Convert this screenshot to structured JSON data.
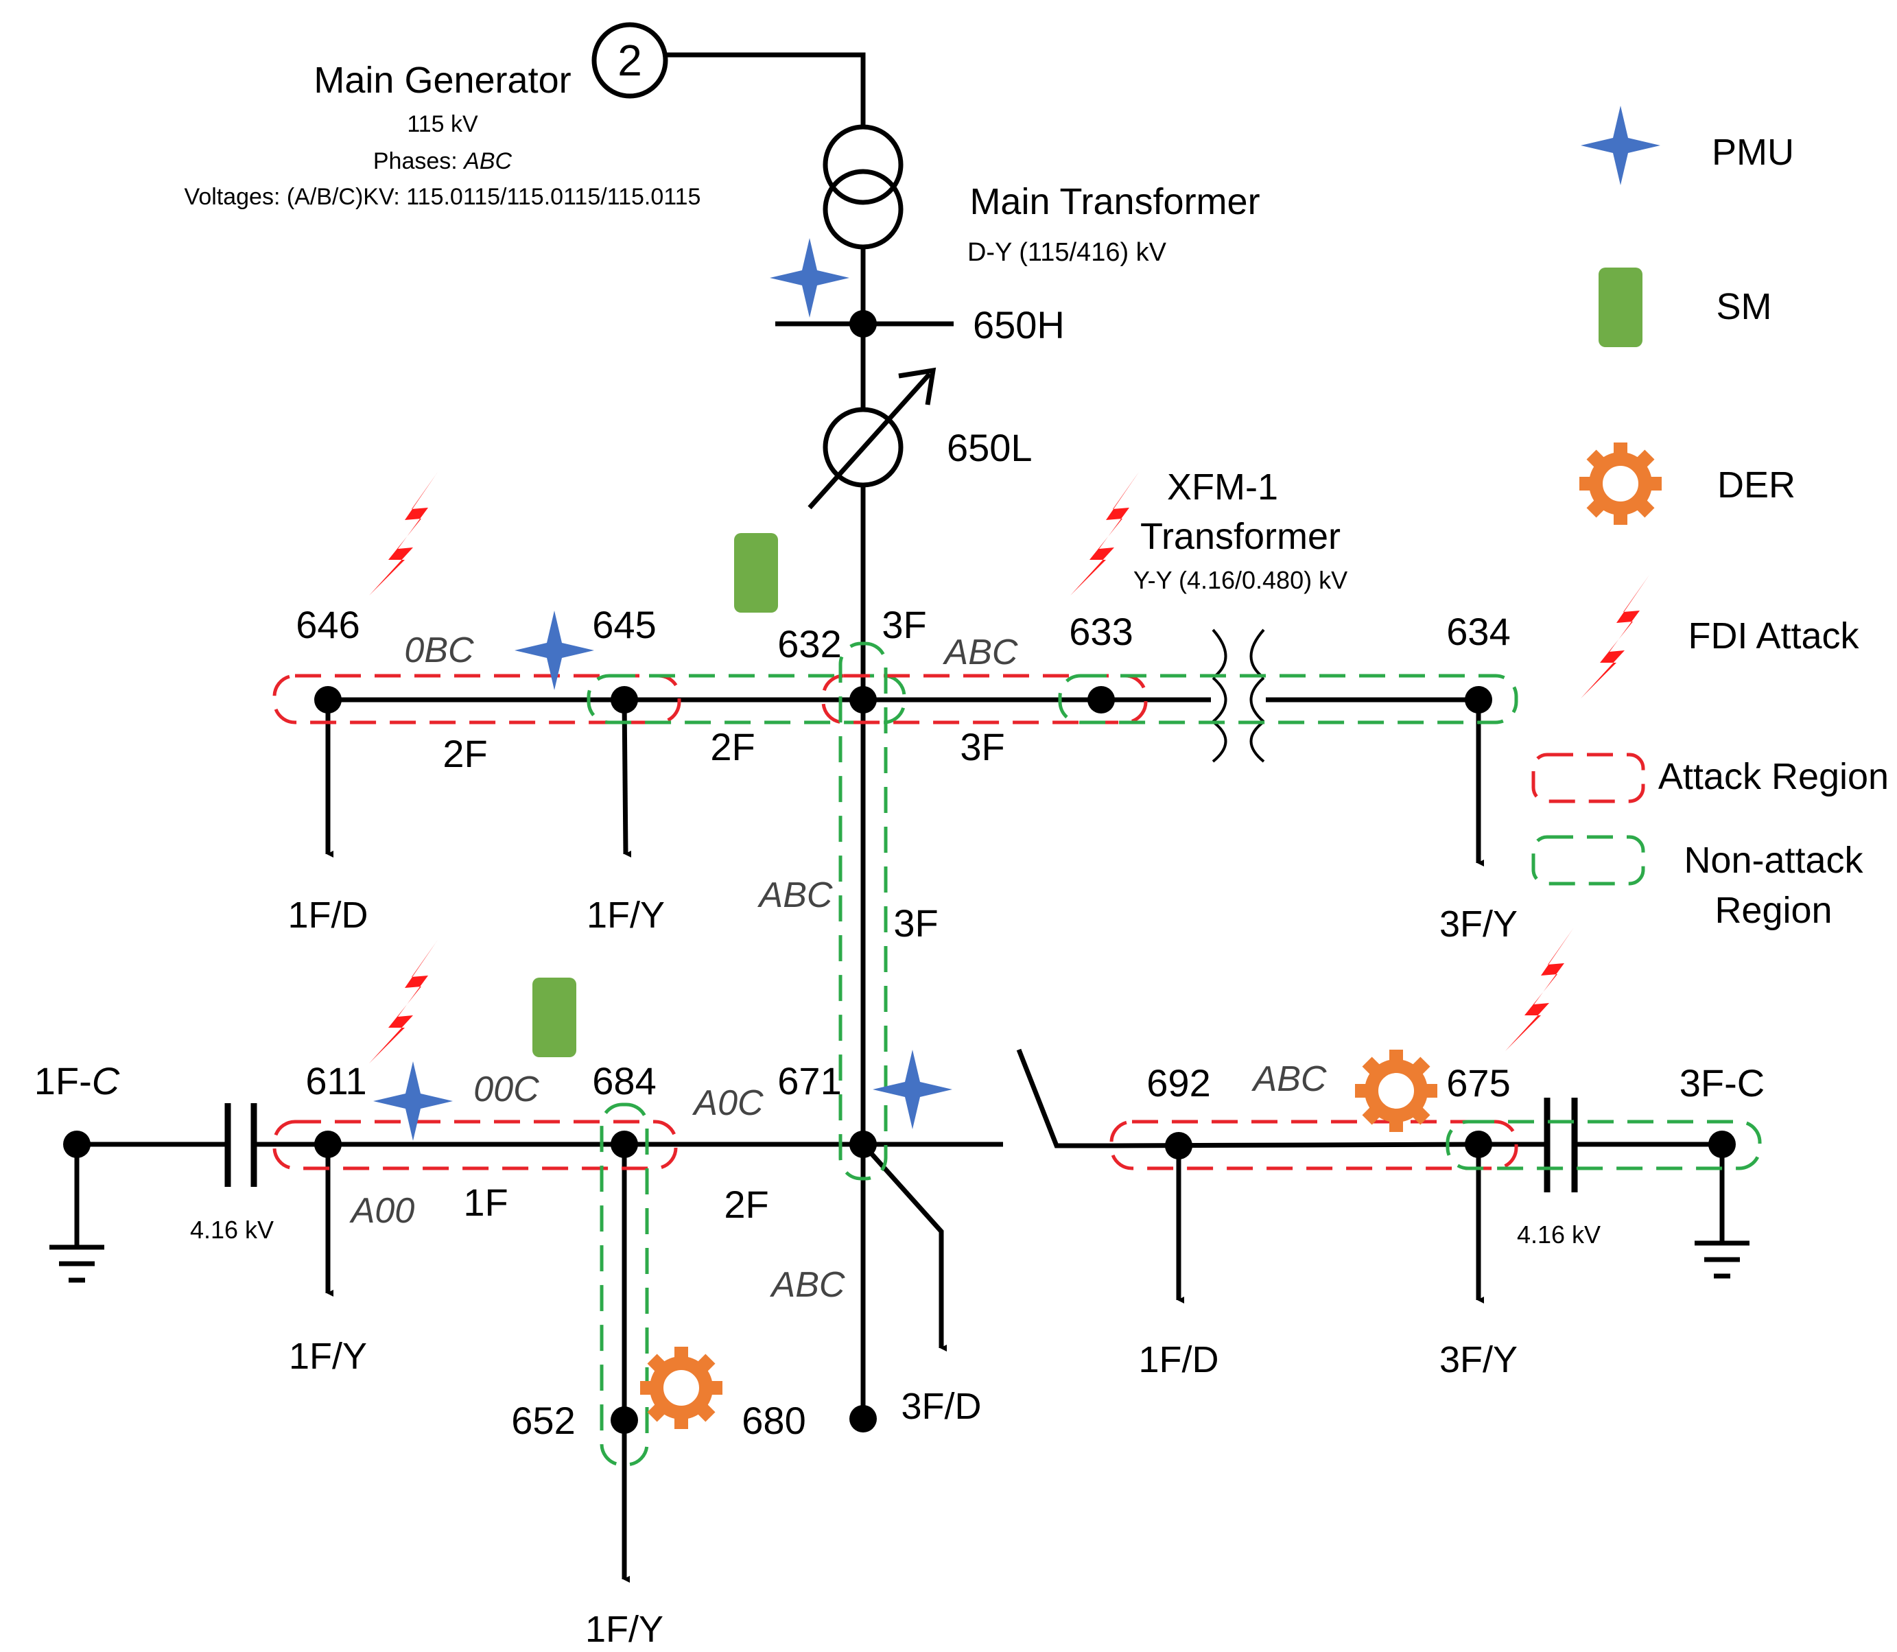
{
  "generator": {
    "title": "Main Generator",
    "voltage": "115 kV",
    "phases_prefix": "Phases: ",
    "phases_value": "ABC",
    "voltages": "Voltages: (A/B/C)KV: 115.0115/115.0115/115.0115",
    "symbol": "2"
  },
  "main_transformer": {
    "title": "Main Transformer",
    "rating": "D-Y (115/416) kV"
  },
  "xfm": {
    "title_line1": "XFM-1",
    "title_line2": "Transformer",
    "rating": "Y-Y (4.16/0.480) kV"
  },
  "buses": {
    "b650h": "650H",
    "b650l": "650L",
    "b646": "646",
    "b645": "645",
    "b632": "632",
    "b633": "633",
    "b634": "634",
    "b611": "611",
    "b684": "684",
    "b671": "671",
    "b692": "692",
    "b675": "675",
    "b652": "652",
    "b680": "680"
  },
  "phase_labels": {
    "p0bc": "0BC",
    "pabc_top": "ABC",
    "pabc_vert": "ABC",
    "p00c": "00C",
    "pa0c": "A0C",
    "pa00": "A00",
    "pabc_lower": "ABC",
    "pabc_right": "ABC"
  },
  "line_labels": {
    "l3f_top": "3F",
    "l2f_a": "2F",
    "l2f_b": "2F",
    "l3f_c": "3F",
    "l3f_vert": "3F",
    "l1f": "1F",
    "l2f_low": "2F"
  },
  "loads": {
    "l646": "1F/D",
    "l645": "1F/Y",
    "l634": "3F/Y",
    "l611": "1F/Y",
    "l652": "1F/Y",
    "l671": "3F/D",
    "l692": "1F/D",
    "l675": "3F/Y"
  },
  "capacitors": {
    "left_name": "1F-",
    "left_suffix": "C",
    "left_kv": "4.16 kV",
    "right_name": "3F-C",
    "right_kv": "4.16 kV"
  },
  "legend": {
    "pmu": "PMU",
    "sm": "SM",
    "der": "DER",
    "fdi": "FDI Attack",
    "attack": "Attack Region",
    "nonattack_line1": "Non-attack",
    "nonattack_line2": "Region"
  },
  "colors": {
    "pmu": "#4472C4",
    "sm": "#70AD47",
    "der": "#ED7D31",
    "fdi": "#FF1A1A",
    "attack_region": "#E8242B",
    "nonattack_region": "#2DAA4A",
    "line": "#000000"
  },
  "icons": [
    "pmu-star-icon",
    "smart-meter-icon",
    "der-gear-icon",
    "fdi-lightning-icon"
  ]
}
